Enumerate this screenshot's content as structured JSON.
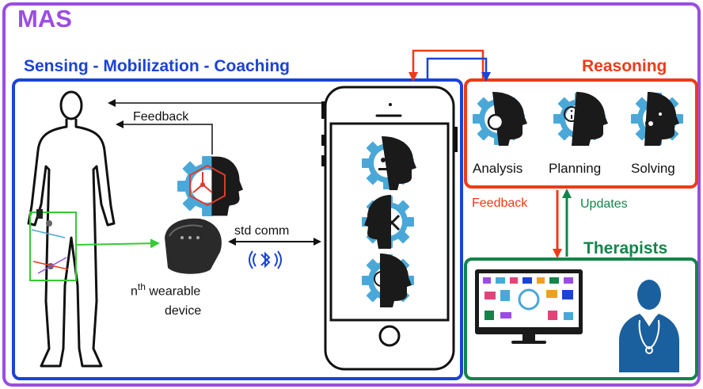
{
  "panels": {
    "mas_title": "MAS",
    "sensing_title": "Sensing - Mobilization - Coaching",
    "reasoning_title": "Reasoning",
    "therapists_title": "Therapists"
  },
  "labels": {
    "feedback_human": "Feedback",
    "std_comm": "std comm",
    "device_n": "n",
    "device_sup": "th",
    "device_line1": " wearable",
    "device_line2": "device",
    "analysis": "Analysis",
    "planning": "Planning",
    "solving": "Solving",
    "feedback_reasoning": "Feedback",
    "updates": "Updates"
  },
  "colors": {
    "mas": "#9b4de3",
    "sensing": "#1b43d6",
    "reasoning": "#f03a17",
    "therapists": "#13844a",
    "gear": "#4aa8d8",
    "wearable_link": "#33cc33",
    "feedback_red": "#f03a17",
    "updates_green": "#13844a"
  },
  "icons": {
    "body": "human-body-outline-icon",
    "agent": "gear-head-agent-icon",
    "wearable": "wearable-sensor-icon",
    "bluetooth": "bluetooth-icon",
    "phone": "smartphone-icon",
    "analysis": "gear-head-analysis-icon",
    "planning": "gear-head-planning-icon",
    "solving": "gear-head-solving-icon",
    "monitor": "medical-monitor-icon",
    "doctor": "doctor-silhouette-icon"
  }
}
